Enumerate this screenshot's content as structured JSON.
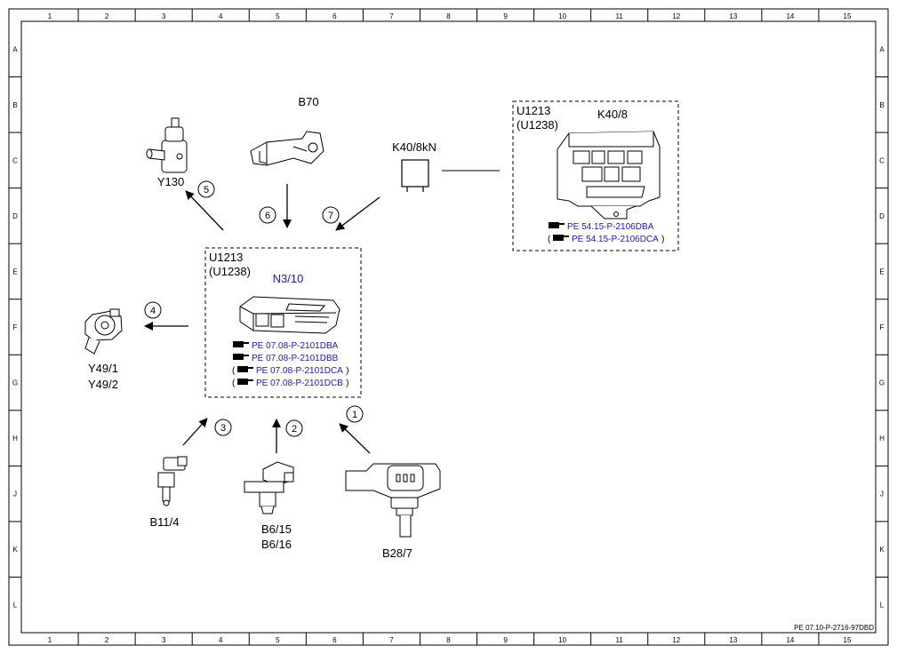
{
  "frame": {
    "columns": [
      "1",
      "2",
      "3",
      "4",
      "5",
      "6",
      "7",
      "8",
      "9",
      "10",
      "11",
      "12",
      "13",
      "14",
      "15"
    ],
    "rows": [
      "A",
      "B",
      "C",
      "D",
      "E",
      "F",
      "G",
      "H",
      "J",
      "K",
      "L"
    ],
    "doc_ref": "PE 07.10-P-2716-97DBD"
  },
  "control_unit": {
    "code1": "U1213",
    "code2": "(U1238)",
    "name": "N3/10",
    "refs": [
      "PE 07.08-P-2101DBA",
      "PE 07.08-P-2101DBB",
      "PE 07.08-P-2101DCA",
      "PE 07.08-P-2101DCB"
    ],
    "bracketed": [
      false,
      false,
      true,
      true
    ]
  },
  "relay_module": {
    "code1": "U1213",
    "code2": "(U1238)",
    "name": "K40/8",
    "refs": [
      "PE 54.15-P-2106DBA",
      "PE 54.15-P-2106DCA"
    ],
    "bracketed": [
      false,
      true
    ]
  },
  "relay": {
    "name": "K40/8kN"
  },
  "components": {
    "y130": "Y130",
    "b70": "B70",
    "y49_1": "Y49/1",
    "y49_2": "Y49/2",
    "b11_4": "B11/4",
    "b6_15": "B6/15",
    "b6_16": "B6/16",
    "b28_7": "B28/7"
  },
  "arrows": [
    "1",
    "2",
    "3",
    "4",
    "5",
    "6",
    "7"
  ],
  "colors": {
    "reference_text": "#1a1aa8",
    "line": "#000000"
  }
}
